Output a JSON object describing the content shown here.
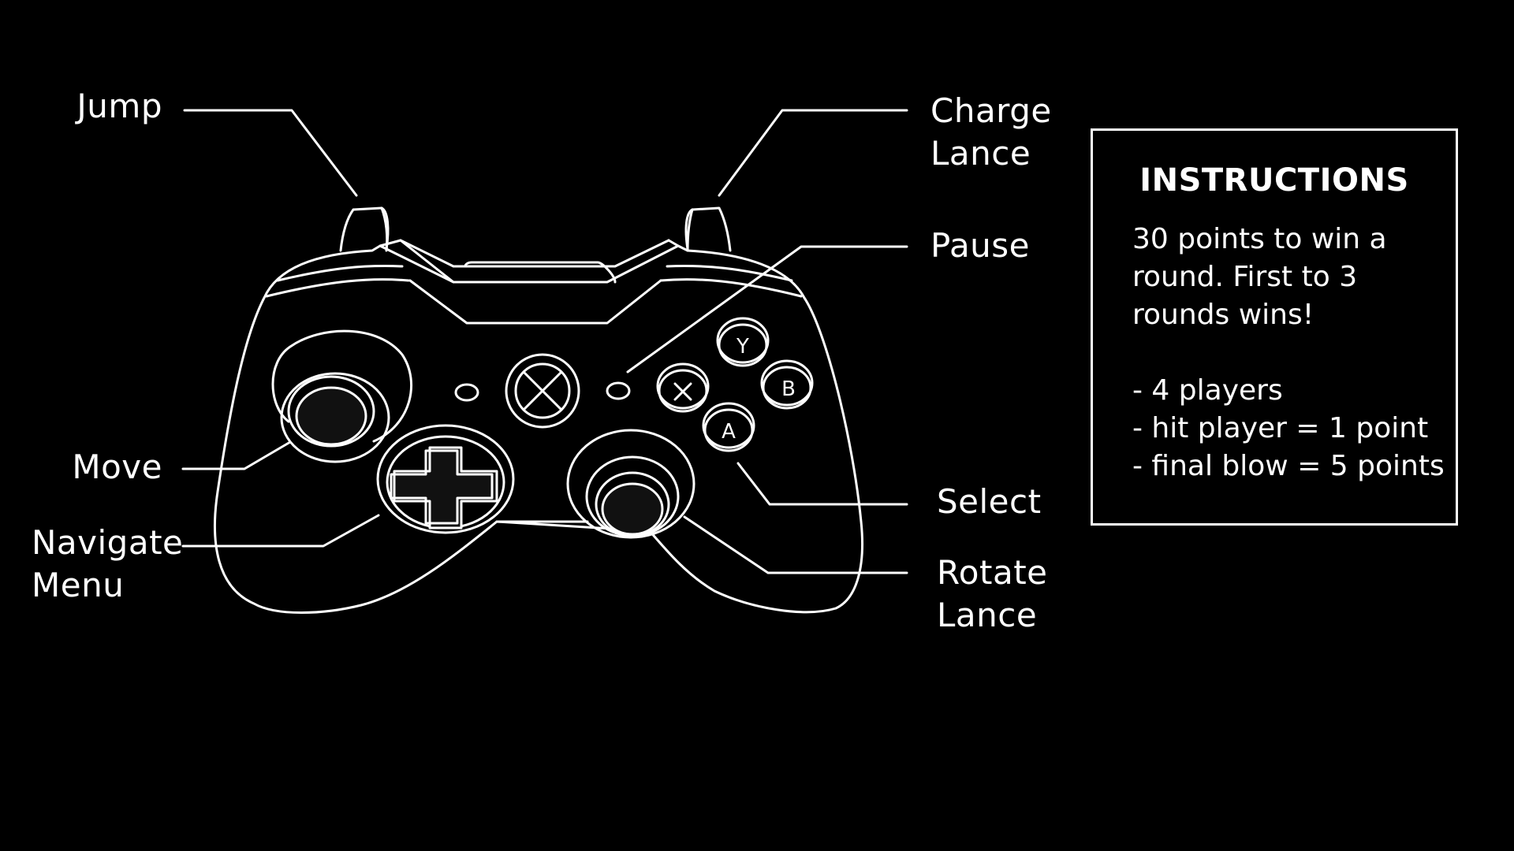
{
  "controls": {
    "jump": "Jump",
    "charge_lance": [
      "Charge",
      "Lance"
    ],
    "pause": "Pause",
    "move": "Move",
    "navigate_menu": [
      "Navigate",
      "Menu"
    ],
    "select": "Select",
    "rotate_lance": [
      "Rotate",
      "Lance"
    ]
  },
  "face_buttons": {
    "y": "Y",
    "b": "B",
    "a": "A"
  },
  "instructions": {
    "title": "INSTRUCTIONS",
    "text_lines": [
      "30 points to win a",
      "round. First to 3",
      "rounds wins!"
    ],
    "rules": [
      "- 4 players",
      "- hit player = 1 point",
      "- final blow = 5 points"
    ]
  },
  "icons": {
    "controller": "gamepad-outline-icon",
    "guide": "xbox-guide-icon",
    "dpad": "dpad-icon"
  }
}
